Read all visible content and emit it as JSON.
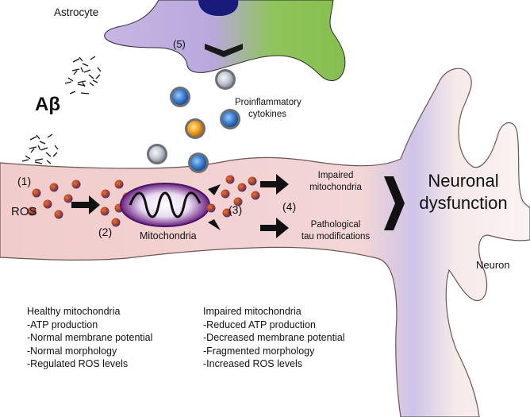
{
  "labels": {
    "astrocyte": "Astrocyte",
    "abeta": "Aβ",
    "proinflammatory": [
      "Proinflammatory",
      "cytokines"
    ],
    "step1": "(1)",
    "step2": "(2)",
    "step3": "(3)",
    "step4": "(4)",
    "step5": "(5)",
    "ros": "ROS",
    "mitochondria": "Mitochondria",
    "impaired_mito": [
      "Impaired",
      "mitochondria"
    ],
    "tau": [
      "Pathological",
      "tau modifications"
    ],
    "neuronal_dysfunction": [
      "Neuronal",
      "dysfunction"
    ],
    "neuron": "Neuron"
  },
  "healthy": {
    "title": "Healthy mitochondria",
    "items": [
      "-ATP production",
      "-Normal membrane potential",
      "-Normal morphology",
      "-Regulated ROS levels"
    ]
  },
  "impaired": {
    "title": "Impaired mitochondria",
    "items": [
      "-Reduced ATP production",
      "-Decreased membrane potential",
      "-Fragmented morphology",
      "-Increased ROS levels"
    ]
  },
  "colors": {
    "neuron_fill": "#f3d3d3",
    "neuron_outline": "#6b5555",
    "astrocyte_purple": "#b9a8dc",
    "astrocyte_green": "#8fc45a",
    "mito_purple": "#7a2a8c",
    "ros_orange": "#c0502a",
    "ros_purple": "#4a3a8a",
    "cytokine_blue": "#3a7fd0",
    "cytokine_grey": "#c7cdd6",
    "cytokine_orange": "#e89020"
  }
}
